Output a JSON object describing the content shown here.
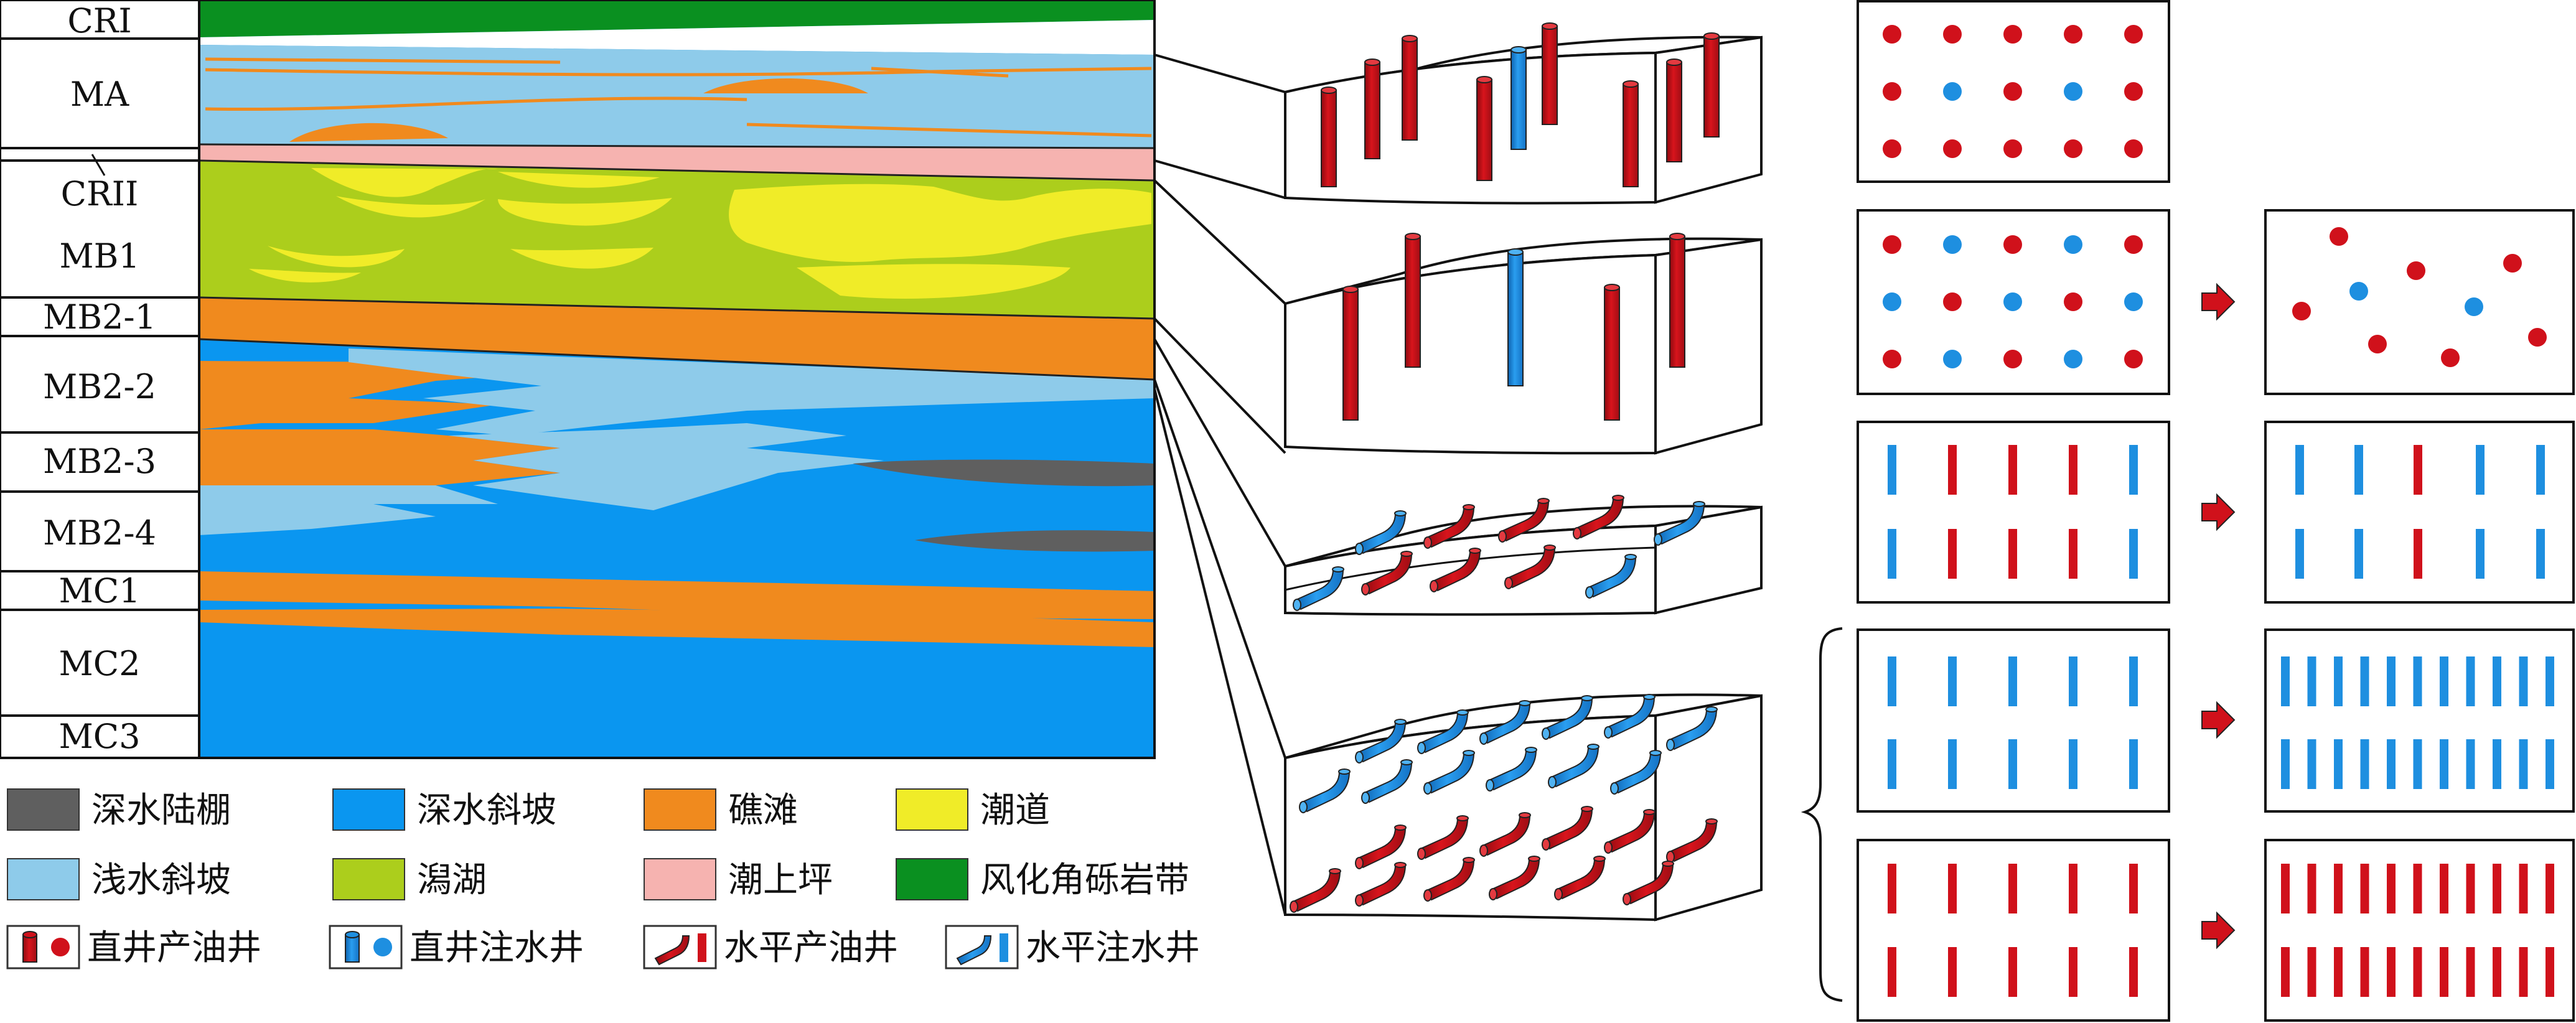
{
  "strata": {
    "labels": [
      "CRI",
      "MA",
      "CRII",
      "MB1",
      "MB2-1",
      "MB2-2",
      "MB2-3",
      "MB2-4",
      "MC1",
      "MC2",
      "MC3"
    ]
  },
  "legend": {
    "facies": [
      {
        "label": "深水陆棚",
        "color": "#5f5f5f"
      },
      {
        "label": "深水斜坡",
        "color": "#0a96f0"
      },
      {
        "label": "礁滩",
        "color": "#f08a1e"
      },
      {
        "label": "潮道",
        "color": "#f0ec28"
      },
      {
        "label": "浅水斜坡",
        "color": "#8ecbea"
      },
      {
        "label": "潟湖",
        "color": "#acce1c"
      },
      {
        "label": "潮上坪",
        "color": "#f6b3b0"
      },
      {
        "label": "风化角砾岩带",
        "color": "#0a9020"
      }
    ],
    "wells": [
      {
        "label": "直井产油井",
        "icon": "vertical-production-well-icon"
      },
      {
        "label": "直井注水井",
        "icon": "vertical-injection-well-icon"
      },
      {
        "label": "水平产油井",
        "icon": "horizontal-production-well-icon"
      },
      {
        "label": "水平注水井",
        "icon": "horizontal-injection-well-icon"
      }
    ]
  },
  "colors": {
    "production": "#d0111b",
    "injection": "#1e8fe0",
    "arrow": "#d0111b"
  }
}
